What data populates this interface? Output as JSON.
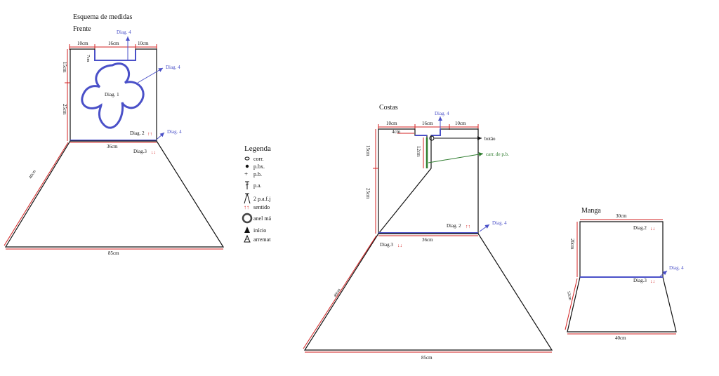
{
  "title": "Esquema de medidas",
  "frente": {
    "label": "Frente",
    "top_left": "10cm",
    "top_mid": "16cm",
    "top_right": "10cm",
    "neck_depth": "7cm",
    "side_upper": "15cm",
    "side_lower": "25cm",
    "waist": "36cm",
    "skirt_side": "40cm",
    "bottom": "85cm",
    "diag1": "Diag. 1",
    "diag2": "Diag. 2",
    "diag3": "Diag.3",
    "diag4": "Diag. 4"
  },
  "costas": {
    "label": "Costas",
    "top_left": "10cm",
    "top_mid": "16cm",
    "top_right": "10cm",
    "neck_depth": "4cm",
    "placket": "12cm",
    "side_upper": "15cm",
    "side_lower": "25cm",
    "waist": "36cm",
    "skirt_side": "40cm",
    "bottom": "85cm",
    "botao": "botão",
    "carr": "carr. de p.b.",
    "diag2": "Diag. 2",
    "diag3": "Diag.3",
    "diag4": "Diag. 4"
  },
  "manga": {
    "label": "Manga",
    "top": "30cm",
    "side_upper": "20cm",
    "side_lower": "12cm",
    "bottom": "40cm",
    "diag2": "Diag.2",
    "diag3": "Diag.3",
    "diag4": "Diag. 4"
  },
  "legenda": {
    "title": "Legenda",
    "items": [
      "corr.",
      "p.bx.",
      "p.b.",
      "p.a.",
      "2 p.a.f.j",
      "sentido",
      "anel má",
      "início",
      "arremat"
    ]
  },
  "arrows": {
    "up": "↑↑",
    "down": "↓↓"
  },
  "colors": {
    "outline": "#111111",
    "measure": "#d32020",
    "diagram": "#4a50c8",
    "edge": "#2f7d2f"
  }
}
